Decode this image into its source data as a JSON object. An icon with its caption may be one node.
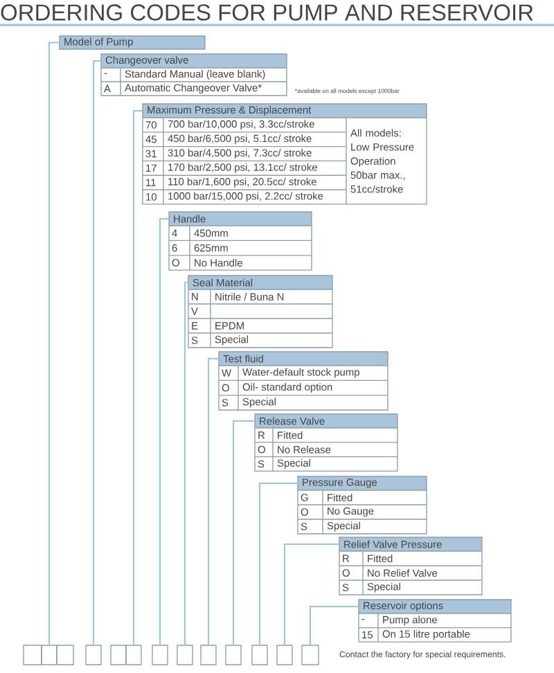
{
  "diagram": {
    "title": "ORDERING CODES FOR PUMP AND RESERVOIR",
    "nodes": [
      {
        "text": [
          "Model of Pump"
        ]
      },
      {
        "text": [
          "Changeover valve",
          "-",
          "Standard Manual (leave blank)",
          "A",
          "Automatic Changeover Valve*"
        ],
        "beside": [
          "*available on all models except 1000bar"
        ]
      },
      {
        "text": [
          "Maximum Pressure & Displacement",
          "70",
          "700 bar/10,000 psi, 3.3cc/stroke",
          "45",
          "450 bar/6,500 psi, 5.1cc/ stroke",
          "31",
          "310 bar/4,500 psi, 7.3cc/ stroke",
          "17",
          "170 bar/2,500 psi, 13.1cc/ stroke",
          "11",
          "110 bar/1,600 psi, 20.5cc/ stroke",
          "10",
          "1000 bar/15,000 psi, 2.2cc/ stroke",
          "All models: Low Pressure Operation 50bar max., 51cc/stroke"
        ]
      },
      {
        "text": [
          "Handle",
          "4",
          "450mm",
          "6",
          "625mm",
          "O",
          "No Handle"
        ]
      },
      {
        "text": [
          "Seal Material",
          "N",
          "Nitrile / Buna N",
          "V",
          "E",
          "EPDM",
          "S",
          "Special"
        ]
      },
      {
        "text": [
          "Test fluid",
          "W",
          "Water-default stock pump",
          "O",
          "Oil- standard option",
          "S",
          "Special"
        ]
      },
      {
        "text": [
          "Release Valve",
          "R",
          "Fitted",
          "O",
          "No Release",
          "S",
          "Special"
        ]
      },
      {
        "text": [
          "Pressure Gauge",
          "G",
          "Fitted",
          "O",
          "No Gauge",
          "S",
          "Special"
        ]
      },
      {
        "text": [
          "Relief Valve Pressure",
          "R",
          "Fitted",
          "O",
          "No Relief Valve",
          "S",
          "Special"
        ]
      },
      {
        "text": [
          "Reservoir options",
          "-",
          "Pump alone",
          "15",
          "On 15 litre portable"
        ]
      },
      {
        "text": [],
        "shape": "box"
      },
      {
        "text": [],
        "shape": "box"
      },
      {
        "text": [],
        "shape": "box"
      },
      {
        "text": [],
        "shape": "box"
      },
      {
        "text": [],
        "shape": "box"
      },
      {
        "text": [],
        "shape": "box"
      },
      {
        "text": [],
        "shape": "box"
      },
      {
        "text": [],
        "shape": "box"
      },
      {
        "text": [],
        "shape": "box"
      },
      {
        "text": [],
        "shape": "box"
      },
      {
        "text": [],
        "shape": "box"
      },
      {
        "text": [],
        "shape": "box"
      },
      {
        "text": [],
        "shape": "box"
      }
    ],
    "edges": [
      {
        "from": 0,
        "to": 11,
        "arrow": "none"
      },
      {
        "from": 1,
        "to": 13,
        "arrow": "none"
      },
      {
        "from": 2,
        "to": 15,
        "arrow": "none"
      },
      {
        "from": 3,
        "to": 16,
        "arrow": "none"
      },
      {
        "from": 4,
        "to": 17,
        "arrow": "none"
      },
      {
        "from": 5,
        "to": 18,
        "arrow": "none"
      },
      {
        "from": 6,
        "to": 19,
        "arrow": "none"
      },
      {
        "from": 7,
        "to": 20,
        "arrow": "none"
      },
      {
        "from": 8,
        "to": 21,
        "arrow": "none"
      },
      {
        "from": 9,
        "to": 22,
        "arrow": "none"
      }
    ],
    "labels": [
      "Contact the factory for special requirements."
    ]
  }
}
